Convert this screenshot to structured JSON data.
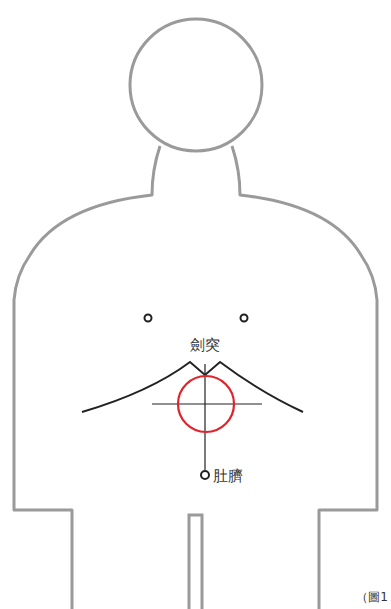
{
  "diagram": {
    "caption": "（圖1",
    "labels": [
      "劍突",
      "肚臍"
    ]
  }
}
